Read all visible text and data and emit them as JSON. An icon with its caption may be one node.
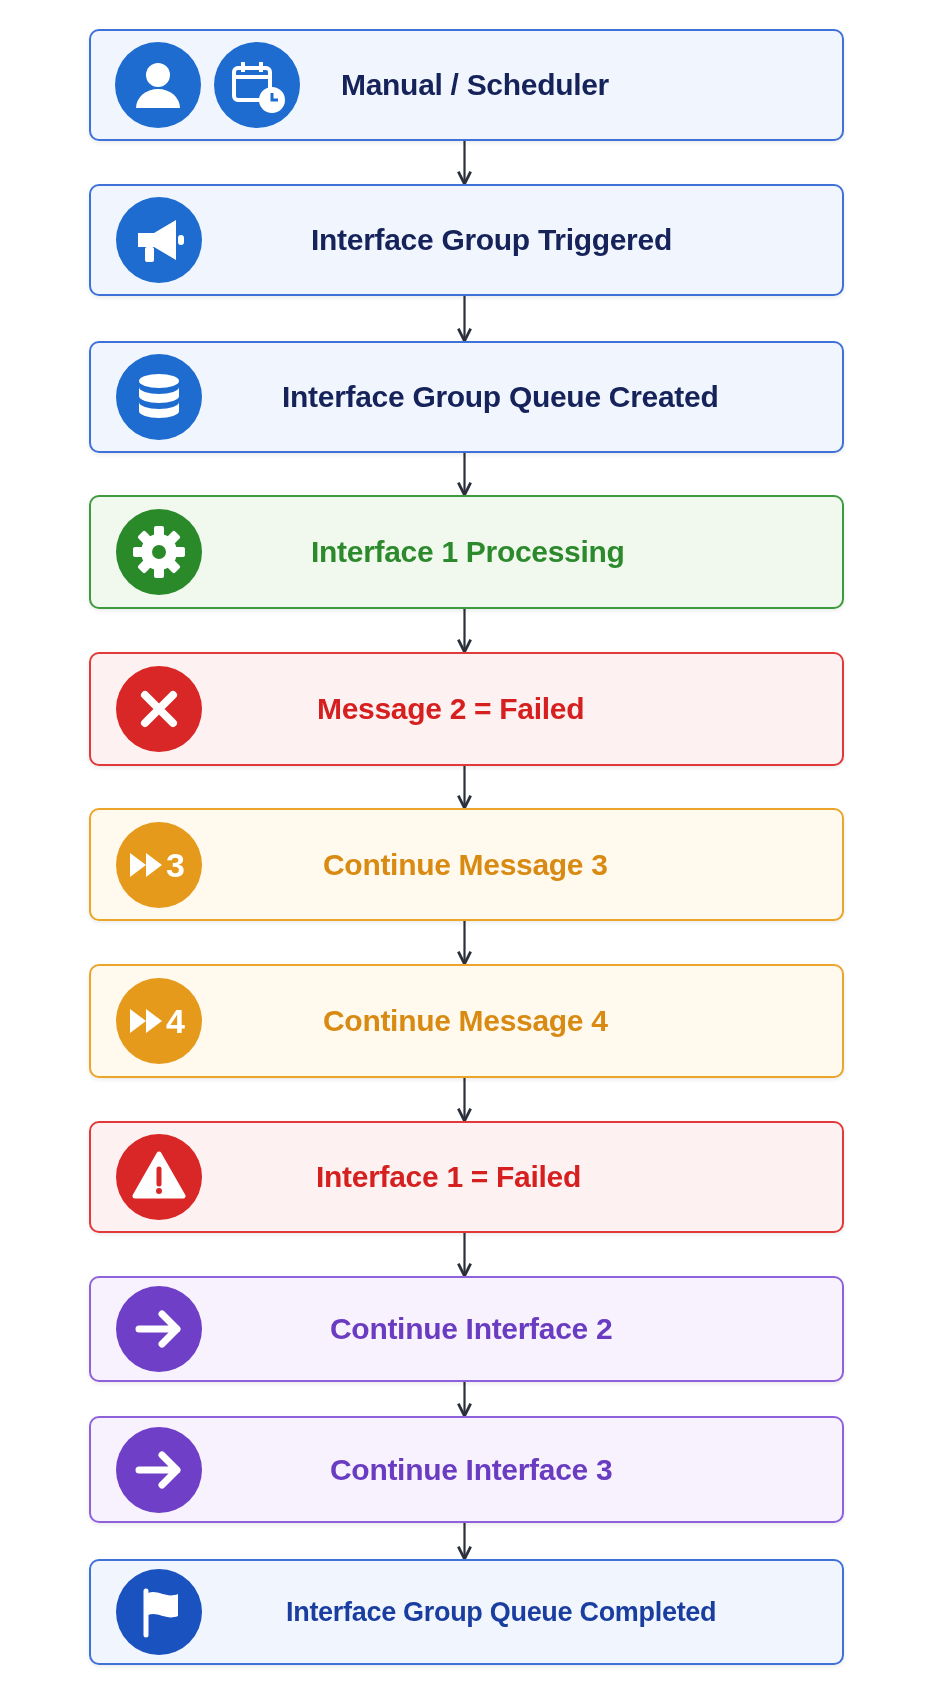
{
  "diagram": {
    "nodes": [
      {
        "text": [
          "Manual / Scheduler"
        ]
      },
      {
        "text": [
          "Interface Group Triggered"
        ]
      },
      {
        "text": [
          "Interface Group Queue Created"
        ]
      },
      {
        "text": [
          "Interface 1 Processing"
        ]
      },
      {
        "text": [
          "Message 2 = Failed"
        ]
      },
      {
        "text": [
          "3",
          "Continue Message 3"
        ]
      },
      {
        "text": [
          "4",
          "Continue Message 4"
        ]
      },
      {
        "text": [
          "Interface 1 = Failed"
        ]
      },
      {
        "text": [
          "Continue Interface 2"
        ]
      },
      {
        "text": [
          "Continue Interface 3"
        ]
      },
      {
        "text": [
          "Interface Group Queue Completed"
        ]
      }
    ],
    "edges": [
      {
        "from": 0,
        "to": 1,
        "arrow": "to"
      },
      {
        "from": 1,
        "to": 2,
        "arrow": "to"
      },
      {
        "from": 2,
        "to": 3,
        "arrow": "to"
      },
      {
        "from": 3,
        "to": 4,
        "arrow": "to"
      },
      {
        "from": 4,
        "to": 5,
        "arrow": "to"
      },
      {
        "from": 5,
        "to": 6,
        "arrow": "to"
      },
      {
        "from": 6,
        "to": 7,
        "arrow": "to"
      },
      {
        "from": 7,
        "to": 8,
        "arrow": "to"
      },
      {
        "from": 8,
        "to": 9,
        "arrow": "to"
      },
      {
        "from": 9,
        "to": 10,
        "arrow": "to"
      }
    ]
  }
}
